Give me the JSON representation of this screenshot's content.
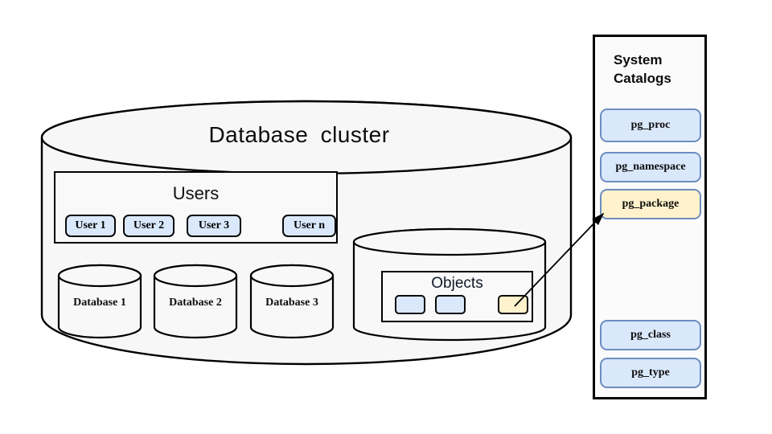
{
  "cluster": {
    "title": "Database cluster",
    "users": {
      "title": "Users",
      "items": [
        "User 1",
        "User 2",
        "User 3",
        "User n"
      ]
    },
    "databases": [
      "Database 1",
      "Database 2",
      "Database 3"
    ],
    "objects": {
      "title": "Objects",
      "chips": [
        {
          "name": "object-blue-1",
          "color": "#dae8fc"
        },
        {
          "name": "object-blue-2",
          "color": "#dae8fc"
        },
        {
          "name": "object-package",
          "color": "#fff2cc"
        }
      ]
    }
  },
  "catalogs": {
    "title": "System Catalogs",
    "items": [
      {
        "label": "pg_proc",
        "highlight": false
      },
      {
        "label": "pg_namespace",
        "highlight": false
      },
      {
        "label": "pg_package",
        "highlight": true
      },
      {
        "label": "pg_class",
        "highlight": false
      },
      {
        "label": "pg_type",
        "highlight": false
      }
    ]
  },
  "colors": {
    "box_blue": "#dae8fc",
    "box_yellow": "#fff2cc",
    "border_blue": "#6c8ebf",
    "stroke_black": "#000000",
    "cylinder_fill": "#f7f7f7"
  }
}
